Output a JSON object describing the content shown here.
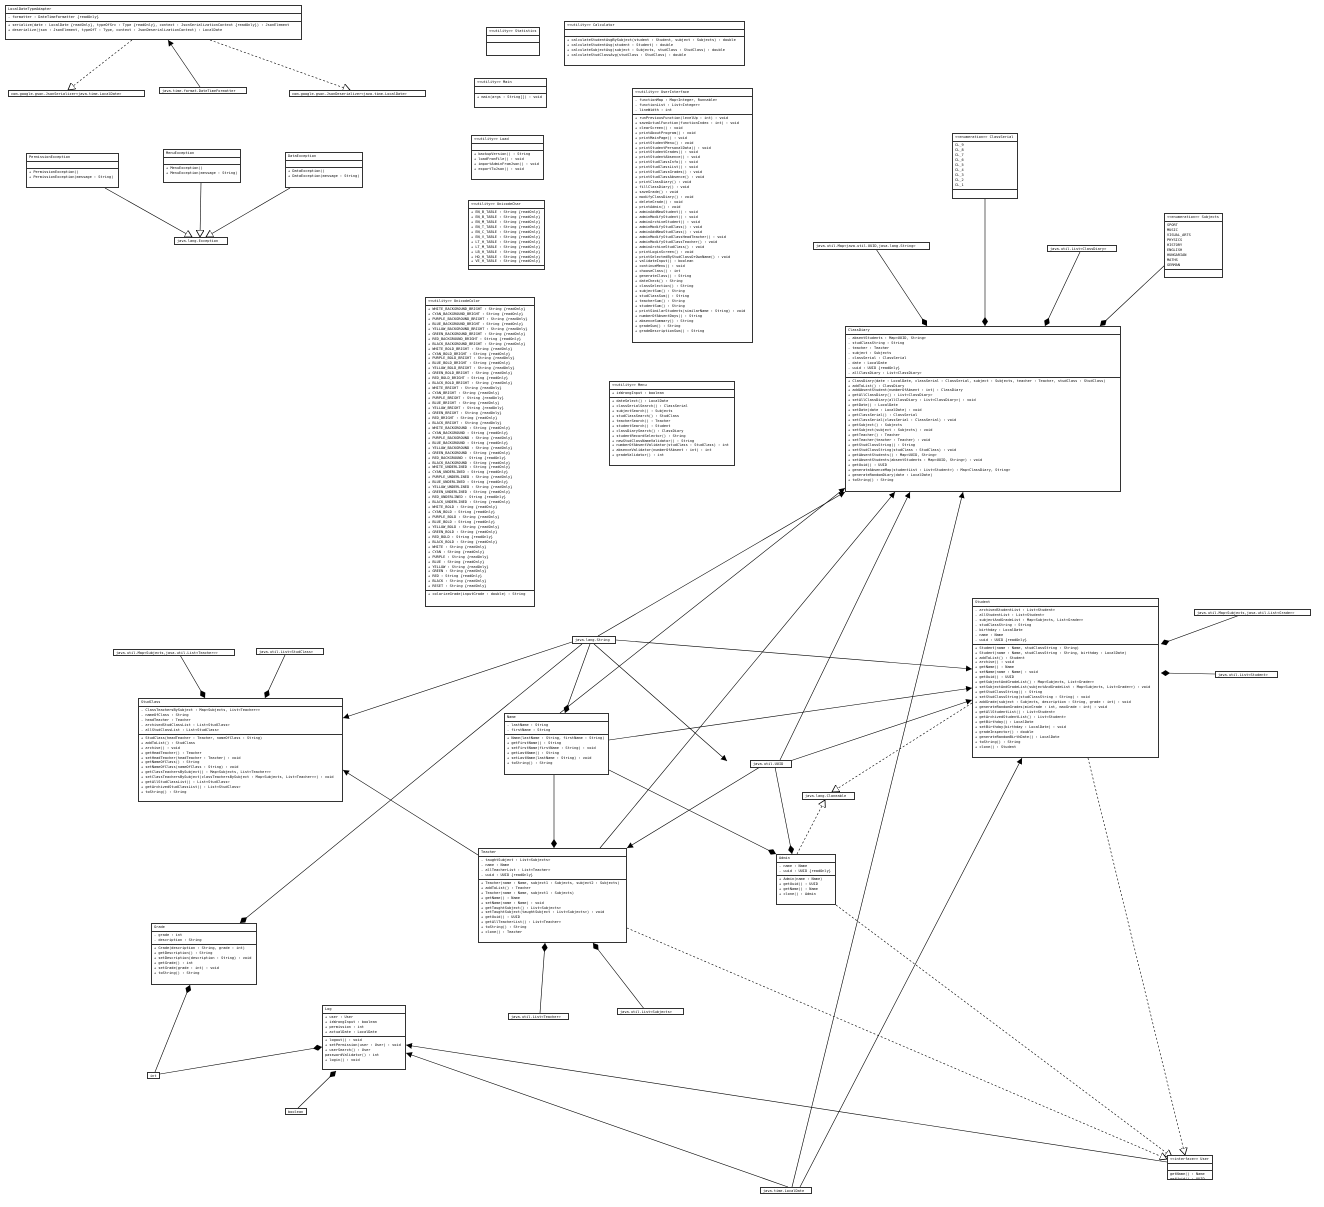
{
  "diagram": {
    "boxes": [
      {
        "id": "LocalDateTypeAdapter",
        "title": "LocalDateTypeAdapter",
        "fields": [
          "- formatter : DateTimeFormatter {readOnly}"
        ],
        "methods": [
          "+ serialize(date : LocalDate {readOnly}, typeOfSrc : Type {readOnly}, context : JsonSerializationContext {readOnly}) : JsonElement",
          "+ deserialize(json : JsonElement, typeOfT : Type, context : JsonDeserializationContext) : LocalDate"
        ]
      },
      {
        "id": "JsonSerializer",
        "title": "com.google.gson.JsonSerializer<java.time.LocalDate>"
      },
      {
        "id": "DateTimeFormatter",
        "title": "java.time.format.DateTimeFormatter"
      },
      {
        "id": "JsonDeserializer",
        "title": "com.google.gson.JsonDeserializer<java.time.LocalDate>"
      },
      {
        "id": "Statistics",
        "title": "<<utility>> Statistics",
        "fields": [],
        "methods": []
      },
      {
        "id": "Calculator",
        "title": "<<utility>> Calculator",
        "fields": [],
        "methods": [
          "+ calculateStudentAvgBySubject(student : Student, subject : Subjects) : double",
          "+ calculateStudentAvg(student : Student) : double",
          "+ calculateSubjectAvg(subject : Subjects, studClass : StudClass) : double",
          "+ calculateStudClassAvg(studClass : StudClass) : double"
        ]
      },
      {
        "id": "Main",
        "title": "<<utility>> Main",
        "fields": [],
        "methods": [
          "+ main(args : String[]) : void"
        ]
      },
      {
        "id": "Load",
        "title": "<<utility>> Load",
        "fields": [],
        "methods": [
          "+ backupVersion() : String",
          "+ loadFromFile() : void",
          "+ importAdminFromJson() : void",
          "+ exportToJson() : void"
        ]
      },
      {
        "id": "UserInterface",
        "title": "<<utility>> UserInterface",
        "fields": [
          "- functionMap : Map<Integer, Runnable>",
          "- functionList : List<Integer>",
          "- lineWidth : int"
        ],
        "methods": [
          "+ runPreviousFunction(levelUp : int) : void",
          "+ saveActualFunction(functionIndex : int) : void",
          "+ clearScreen() : void",
          "+ printAboutProgram() : void",
          "+ printMainPage() : void",
          "+ printStudentMenu() : void",
          "+ printStudentPersonalData() : void",
          "+ printStudentGrades() : void",
          "+ printStudentAbsence() : void",
          "+ printStudClassInfo() : void",
          "+ printStudClassList() : void",
          "+ printStudClassGrades() : void",
          "+ printStudClassAbsence() : void",
          "+ printClassDiary() : void",
          "+ fillClassDiary() : void",
          "+ saveGrade() : void",
          "+ modifyClassDiary() : void",
          "+ deleteGrade() : void",
          "+ printAdmin() : void",
          "+ adminAddNewStudent() : void",
          "+ adminModifyStudent() : void",
          "+ adminArchiveStudent() : void",
          "+ adminModifyStudClass() : void",
          "+ adminAddNewStudClass() : void",
          "+ adminModifyStudClassHeadTeacher() : void",
          "+ adminModifyStudClassTeacher() : void",
          "+ adminArchiveStudClass() : void",
          "+ printLoginScreen() : void",
          "+ printSelectedByStudClassOrOwnName() : void",
          "+ validateInput() : boolean",
          "+ continueMenu() : void",
          "+ chooseClass() : int",
          "+ generateClass() : String",
          "+ dateCheck() : String",
          "+ classSelection() : String",
          "+ subjectSum() : String",
          "+ studClassSum() : String",
          "+ teacherSum() : String",
          "+ studentSum() : String",
          "+ printSimilarStudents(similarName : String) : void",
          "+ numberOfAbsentDays() : String",
          "+ absenceSummary() : String",
          "+ gradeSum() : String",
          "+ gradeDescriptionSum() : String"
        ]
      },
      {
        "id": "UnicodeChar",
        "title": "<<utility>> UnicodeChar",
        "fields": [
          "+ EN_B_TABLE : String {readOnly}",
          "+ EN_B_TABLE : String {readOnly}",
          "+ EN_M_TABLE : String {readOnly}",
          "+ EN_T_TABLE : String {readOnly}",
          "+ EN_C_TABLE : String {readOnly}",
          "+ EN_V_TABLE : String {readOnly}",
          "+ LT_H_TABLE : String {readOnly}",
          "+ LT_M_TABLE : String {readOnly}",
          "+ LB_H_TABLE : String {readOnly}",
          "+ HO_H_TABLE : String {readOnly}",
          "+ VE_H_TABLE : String {readOnly}"
        ],
        "methods": []
      },
      {
        "id": "UnicodeColor",
        "title": "<<utility>> UnicodeColor",
        "fields": [
          "+ WHITE_BACKGROUND_BRIGHT : String {readOnly}",
          "+ CYAN_BACKGROUND_BRIGHT : String {readOnly}",
          "+ PURPLE_BACKGROUND_BRIGHT : String {readOnly}",
          "+ BLUE_BACKGROUND_BRIGHT : String {readOnly}",
          "+ YELLOW_BACKGROUND_BRIGHT : String {readOnly}",
          "+ GREEN_BACKGROUND_BRIGHT : String {readOnly}",
          "+ RED_BACKGROUND_BRIGHT : String {readOnly}",
          "+ BLACK_BACKGROUND_BRIGHT : String {readOnly}",
          "+ WHITE_BOLD_BRIGHT : String {readOnly}",
          "+ CYAN_BOLD_BRIGHT : String {readOnly}",
          "+ PURPLE_BOLD_BRIGHT : String {readOnly}",
          "+ BLUE_BOLD_BRIGHT : String {readOnly}",
          "+ YELLOW_BOLD_BRIGHT : String {readOnly}",
          "+ GREEN_BOLD_BRIGHT : String {readOnly}",
          "+ RED_BOLD_BRIGHT : String {readOnly}",
          "+ BLACK_BOLD_BRIGHT : String {readOnly}",
          "+ WHITE_BRIGHT : String {readOnly}",
          "+ CYAN_BRIGHT : String {readOnly}",
          "+ PURPLE_BRIGHT : String {readOnly}",
          "+ BLUE_BRIGHT : String {readOnly}",
          "+ YELLOW_BRIGHT : String {readOnly}",
          "+ GREEN_BRIGHT : String {readOnly}",
          "+ RED_BRIGHT : String {readOnly}",
          "+ BLACK_BRIGHT : String {readOnly}",
          "+ WHITE_BACKGROUND : String {readOnly}",
          "+ CYAN_BACKGROUND : String {readOnly}",
          "+ PURPLE_BACKGROUND : String {readOnly}",
          "+ BLUE_BACKGROUND : String {readOnly}",
          "+ YELLOW_BACKGROUND : String {readOnly}",
          "+ GREEN_BACKGROUND : String {readOnly}",
          "+ RED_BACKGROUND : String {readOnly}",
          "+ BLACK_BACKGROUND : String {readOnly}",
          "+ WHITE_UNDERLINED : String {readOnly}",
          "+ CYAN_UNDERLINED : String {readOnly}",
          "+ PURPLE_UNDERLINED : String {readOnly}",
          "+ BLUE_UNDERLINED : String {readOnly}",
          "+ YELLOW_UNDERLINED : String {readOnly}",
          "+ GREEN_UNDERLINED : String {readOnly}",
          "+ RED_UNDERLINED : String {readOnly}",
          "+ BLACK_UNDERLINED : String {readOnly}",
          "+ WHITE_BOLD : String {readOnly}",
          "+ CYAN_BOLD : String {readOnly}",
          "+ PURPLE_BOLD : String {readOnly}",
          "+ BLUE_BOLD : String {readOnly}",
          "+ YELLOW_BOLD : String {readOnly}",
          "+ GREEN_BOLD : String {readOnly}",
          "+ RED_BOLD : String {readOnly}",
          "+ BLACK_BOLD : String {readOnly}",
          "+ WHITE : String {readOnly}",
          "+ CYAN : String {readOnly}",
          "+ PURPLE : String {readOnly}",
          "+ BLUE : String {readOnly}",
          "+ YELLOW : String {readOnly}",
          "+ GREEN : String {readOnly}",
          "+ RED : String {readOnly}",
          "+ BLACK : String {readOnly}",
          "+ RESET : String {readOnly}"
        ],
        "methods": [
          "+ colorizeGrade(inputGrade : double) : String"
        ]
      },
      {
        "id": "PermissionException",
        "title": "PermissionException",
        "fields": [],
        "methods": [
          "+ PermissionException()",
          "+ PermissionException(message : String)"
        ]
      },
      {
        "id": "MenuException",
        "title": "MenuException",
        "fields": [],
        "methods": [
          "+ MenuException()",
          "+ MenuException(message : String)"
        ]
      },
      {
        "id": "DataException",
        "title": "DataException",
        "fields": [],
        "methods": [
          "+ DataException()",
          "+ DataException(message : String)"
        ]
      },
      {
        "id": "JavaLangException",
        "title": "java.lang.Exception"
      },
      {
        "id": "Menu",
        "title": "<<utility>> Menu",
        "fields": [
          "+ isWrongInput : boolean"
        ],
        "methods": [
          "+ dateSelect() : LocalDate",
          "+ classSerialSearch() : ClassSerial",
          "+ subjectSearch() : Subjects",
          "+ studClassSearch() : StudClass",
          "+ teacherSearch() : Teacher",
          "+ studentSearch() : Student",
          "+ classDiarySearch() : ClassDiary",
          "+ studentRecordSelector() : String",
          "+ newStudClassNameValidator() : String",
          "+ numberOfAbsentValidator(studClass : StudClass) : int",
          "+ absenceValidator(numberOfAbsent : int) : int",
          "+ gradeValidator() : int"
        ]
      },
      {
        "id": "ClassSerial",
        "title": "<<enumeration>> ClassSerial",
        "fields": [
          "CL_9",
          "CL_8",
          "CL_7",
          "CL_6",
          "CL_5",
          "CL_4",
          "CL_3",
          "CL_2",
          "CL_1"
        ],
        "methods": []
      },
      {
        "id": "Subjects",
        "title": "<<enumeration>> Subjects",
        "fields": [
          "SPORT",
          "MUSIC",
          "VISUAL_ARTS",
          "PHYSICS",
          "HISTORY",
          "ENGLISH",
          "HUNGARIAN",
          "MATHS",
          "GERMAN"
        ],
        "methods": []
      },
      {
        "id": "MapUUIDString",
        "title": "java.util.Map<java.util.UUID,java.lang.String>"
      },
      {
        "id": "ListClassDiary",
        "title": "java.util.List<ClassDiary>"
      },
      {
        "id": "ClassDiary",
        "title": "ClassDiary",
        "fields": [
          "- absentStudents : Map<UUID, String>",
          "- studClassString : String",
          "- teacher : Teacher",
          "- subject : Subjects",
          "- classSerial : ClassSerial",
          "- date : LocalDate",
          "- uuid : UUID {readOnly}",
          "- allClassDiary : List<ClassDiary>"
        ],
        "methods": [
          "+ ClassDiary(date : LocalDate, classSerial : ClassSerial, subject : Subjects, teacher : Teacher, studClass : StudClass)",
          "+ addToList() : ClassDiary",
          "+ addAbsentStudent(numberOfAbsent : int) : ClassDiary",
          "+ getAllClassDiary() : List<ClassDiary>",
          "+ setAllClassDiary(allClassDiary : List<ClassDiary>) : void",
          "+ getDate() : LocalDate",
          "+ setDate(date : LocalDate) : void",
          "+ getClassSerial() : ClassSerial",
          "+ setClassSerial(classSerial : ClassSerial) : void",
          "+ getSubject() : Subjects",
          "+ setSubject(subject : Subjects) : void",
          "+ getTeacher() : Teacher",
          "+ setTeacher(teacher : Teacher) : void",
          "+ getStudClassString() : String",
          "+ setStudClassString(studClass : StudClass) : void",
          "+ getAbsentStudents() : Map<UUID, String>",
          "+ setAbsentStudents(absentStudents : Map<UUID, String>) : void",
          "+ getUuid() : UUID",
          "+ generateAbsenceMap(studentList : List<Student>) : Map<ClassDiary, String>",
          "+ generateRandomDiary(date : LocalDate)",
          "+ toString() : String"
        ]
      },
      {
        "id": "MapSubjectsListStudent",
        "title": "java.util.Map<Subjects,java.util.List<Grade>>"
      },
      {
        "id": "Student",
        "title": "Student",
        "fields": [
          "- archivedStudentList : List<Student>",
          "- allStudentList : List<Student>",
          "- subjectAndGradeList : Map<Subjects, List<Grade>>",
          "- studClassString : String",
          "- birthday : LocalDate",
          "- name : Name",
          "- uuid : UUID {readOnly}"
        ],
        "methods": [
          "+ Student(name : Name, studClassString : String)",
          "+ Student(name : Name, studClassString : String, birthday : LocalDate)",
          "+ addToList() : Student",
          "+ archive() : void",
          "+ getName() : Name",
          "+ setName(name : Name) : void",
          "+ getUuid() : UUID",
          "+ getSubjectAndGradeList() : Map<Subjects, List<Grade>>",
          "+ setSubjectAndGradeList(subjectAndGradeList : Map<Subjects, List<Grade>>) : void",
          "+ getStudClassString() : String",
          "+ setStudClassString(studClassString : String) : void",
          "+ addGrade(subject : Subjects, description : String, grade : int) : void",
          "+ generateRandomGrades(minGrade : int, maxGrade : int) : void",
          "+ getAllStudentList() : List<Student>",
          "+ getArchivedStudentList() : List<Student>",
          "+ getBirthday() : LocalDate",
          "+ setBirthday(birthday : LocalDate) : void",
          "+ gradeInspector() : double",
          "+ generateRandomBirthDate() : LocalDate",
          "+ toString() : String",
          "+ clone() : Student"
        ]
      },
      {
        "id": "ListStudent",
        "title": "java.util.List<Student>"
      },
      {
        "id": "MapSubjectsListTeacher",
        "title": "java.util.Map<Subjects,java.util.List<Teacher>>"
      },
      {
        "id": "ListStudClass",
        "title": "java.util.List<StudClass>"
      },
      {
        "id": "JavaLangString",
        "title": "java.lang.String"
      },
      {
        "id": "StudClass",
        "title": "StudClass",
        "fields": [
          "- ClassTeachersBySubject : Map<Subjects, List<Teacher>>",
          "- nameOfClass : String",
          "- headTeacher : Teacher",
          "- archivedStudClassList : List<StudClass>",
          "- allStudClassList : List<StudClass>"
        ],
        "methods": [
          "+ StudClass(headTeacher : Teacher, nameOfClass : String)",
          "+ addToList() : StudClass",
          "+ archive() : void",
          "+ getHeadTeacher() : Teacher",
          "+ setHeadTeacher(headTeacher : Teacher) : void",
          "+ getNameOfClass() : String",
          "+ setNameOfClass(nameOfClass : String) : void",
          "+ getClassTeachersBySubject() : Map<Subjects, List<Teacher>>",
          "+ setClassTeachersBySubject(classTeachersBySubject : Map<Subjects, List<Teacher>>) : void",
          "+ getAllStudClassList() : List<StudClass>",
          "+ getArchivedStudClassList() : List<StudClass>",
          "+ toString() : String"
        ]
      },
      {
        "id": "Name",
        "title": "Name",
        "fields": [
          "- lastName : String",
          "- firstName : String"
        ],
        "methods": [
          "+ Name(lastName : String, firstName : String)",
          "+ getFirstName() : String",
          "+ setFirstName(firstName : String) : void",
          "+ getLastName() : String",
          "+ setLastName(lastName : String) : void",
          "+ toString() : String"
        ]
      },
      {
        "id": "JavaUtilUUID",
        "title": "java.util.UUID"
      },
      {
        "id": "Cloneable",
        "title": "java.lang.Cloneable"
      },
      {
        "id": "Teacher",
        "title": "Teacher",
        "fields": [
          "- taughtSubject : List<Subjects>",
          "- name : Name",
          "- allTeacherList : List<Teacher>",
          "- uuid : UUID {readOnly}"
        ],
        "methods": [
          "+ Teacher(name : Name, subject1 : Subjects, subject2 : Subjects)",
          "+ addToList() : Teacher",
          "+ Teacher(name : Name, subject1 : Subjects)",
          "+ getName() : Name",
          "+ setName(name : Name) : void",
          "+ getTaughtSubject() : List<Subjects>",
          "+ setTaughtSubject(taughtSubject : List<Subjects>) : void",
          "+ getUuid() : UUID",
          "+ getAllTeacherList() : List<Teacher>",
          "+ toString() : String",
          "+ clone() : Teacher"
        ]
      },
      {
        "id": "Admin",
        "title": "Admin",
        "fields": [
          "- name : Name",
          "- uuid : UUID {readOnly}"
        ],
        "methods": [
          "+ Admin(name : Name)",
          "+ getUuid() : UUID",
          "+ getName() : Name",
          "+ clone() : Admin"
        ]
      },
      {
        "id": "Grade",
        "title": "Grade",
        "fields": [
          "- grade : int",
          "- description : String"
        ],
        "methods": [
          "+ Grade(description : String, grade : int)",
          "+ getDescription() : String",
          "+ setDescription(description : String) : void",
          "+ getGrade() : int",
          "+ setGrade(grade : int) : void",
          "+ toString() : String"
        ]
      },
      {
        "id": "Log",
        "title": "Log",
        "fields": [
          "+ user : User",
          "+ isWrongInput : boolean",
          "+ permission : int",
          "+ actualDate : LocalDate"
        ],
        "methods": [
          "+ logout() : void",
          "+ setPermission(user : User) : void",
          "+ userSearch() : User",
          "  passwordValidator() : int",
          "+ login() : void"
        ]
      },
      {
        "id": "ListTeacher",
        "title": "java.util.List<Teacher>"
      },
      {
        "id": "ListSubjects",
        "title": "java.util.List<Subjects>"
      },
      {
        "id": "Int",
        "title": "int"
      },
      {
        "id": "Boolean",
        "title": "boolean"
      },
      {
        "id": "JavaTimeLocalDate",
        "title": "java.time.LocalDate"
      },
      {
        "id": "User",
        "title": "<<interface>> User",
        "fields": [],
        "methods": [
          "getName() : Name",
          "getUuid() : UUID"
        ]
      }
    ]
  }
}
